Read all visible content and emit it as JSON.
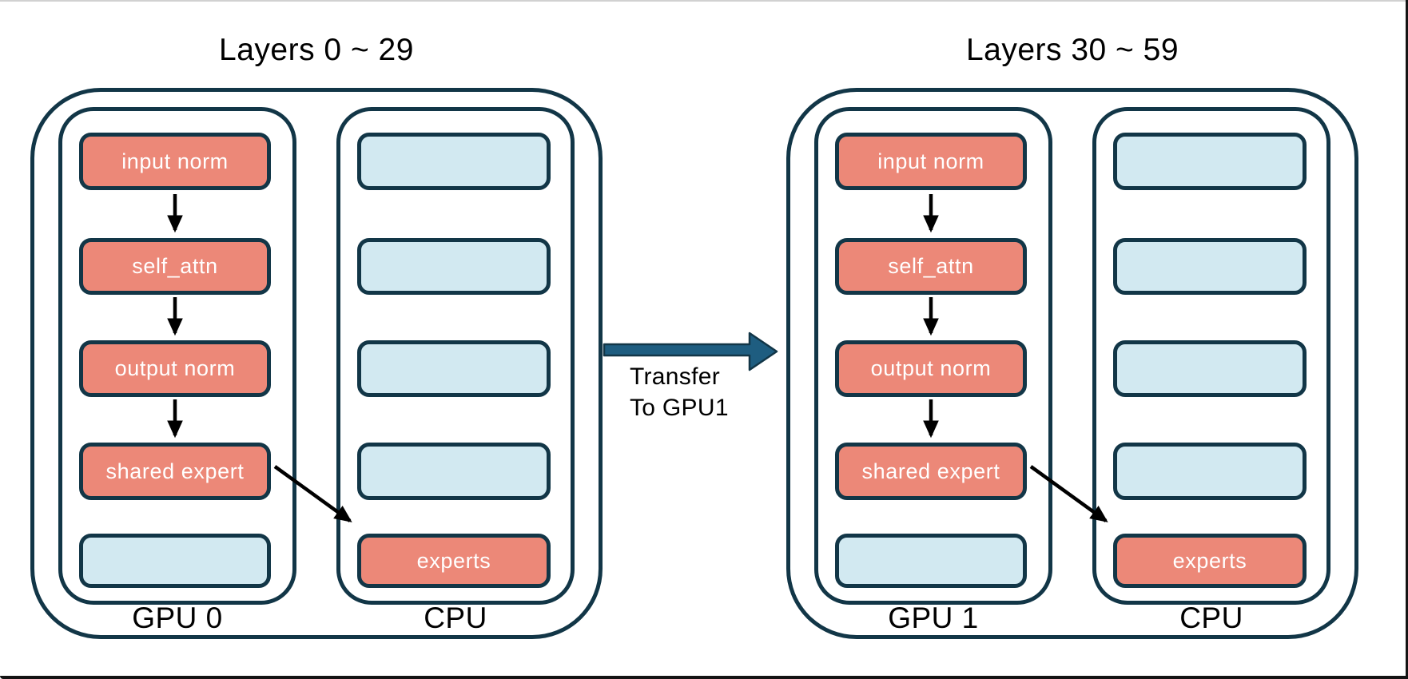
{
  "groups": [
    {
      "title": "Layers 0 ~ 29",
      "columns": [
        {
          "label": "GPU 0",
          "boxes": [
            {
              "label": "input norm"
            },
            {
              "label": "self_attn"
            },
            {
              "label": "output norm"
            },
            {
              "label": "shared expert"
            },
            {
              "label": ""
            }
          ]
        },
        {
          "label": "CPU",
          "boxes": [
            {
              "label": ""
            },
            {
              "label": ""
            },
            {
              "label": ""
            },
            {
              "label": ""
            },
            {
              "label": "experts"
            }
          ]
        }
      ]
    },
    {
      "title": "Layers 30 ~ 59",
      "columns": [
        {
          "label": "GPU 1",
          "boxes": [
            {
              "label": "input norm"
            },
            {
              "label": "self_attn"
            },
            {
              "label": "output norm"
            },
            {
              "label": "shared expert"
            },
            {
              "label": ""
            }
          ]
        },
        {
          "label": "CPU",
          "boxes": [
            {
              "label": ""
            },
            {
              "label": ""
            },
            {
              "label": ""
            },
            {
              "label": ""
            },
            {
              "label": "experts"
            }
          ]
        }
      ]
    }
  ],
  "transfer": {
    "line1": "Transfer",
    "line2": "To GPU1"
  },
  "colors": {
    "outline": "#123647",
    "module_fill": "#EC8878",
    "slot_fill": "#D2E9F1",
    "transfer_arrow": "#1E5D80",
    "flow_arrow": "#000000"
  }
}
